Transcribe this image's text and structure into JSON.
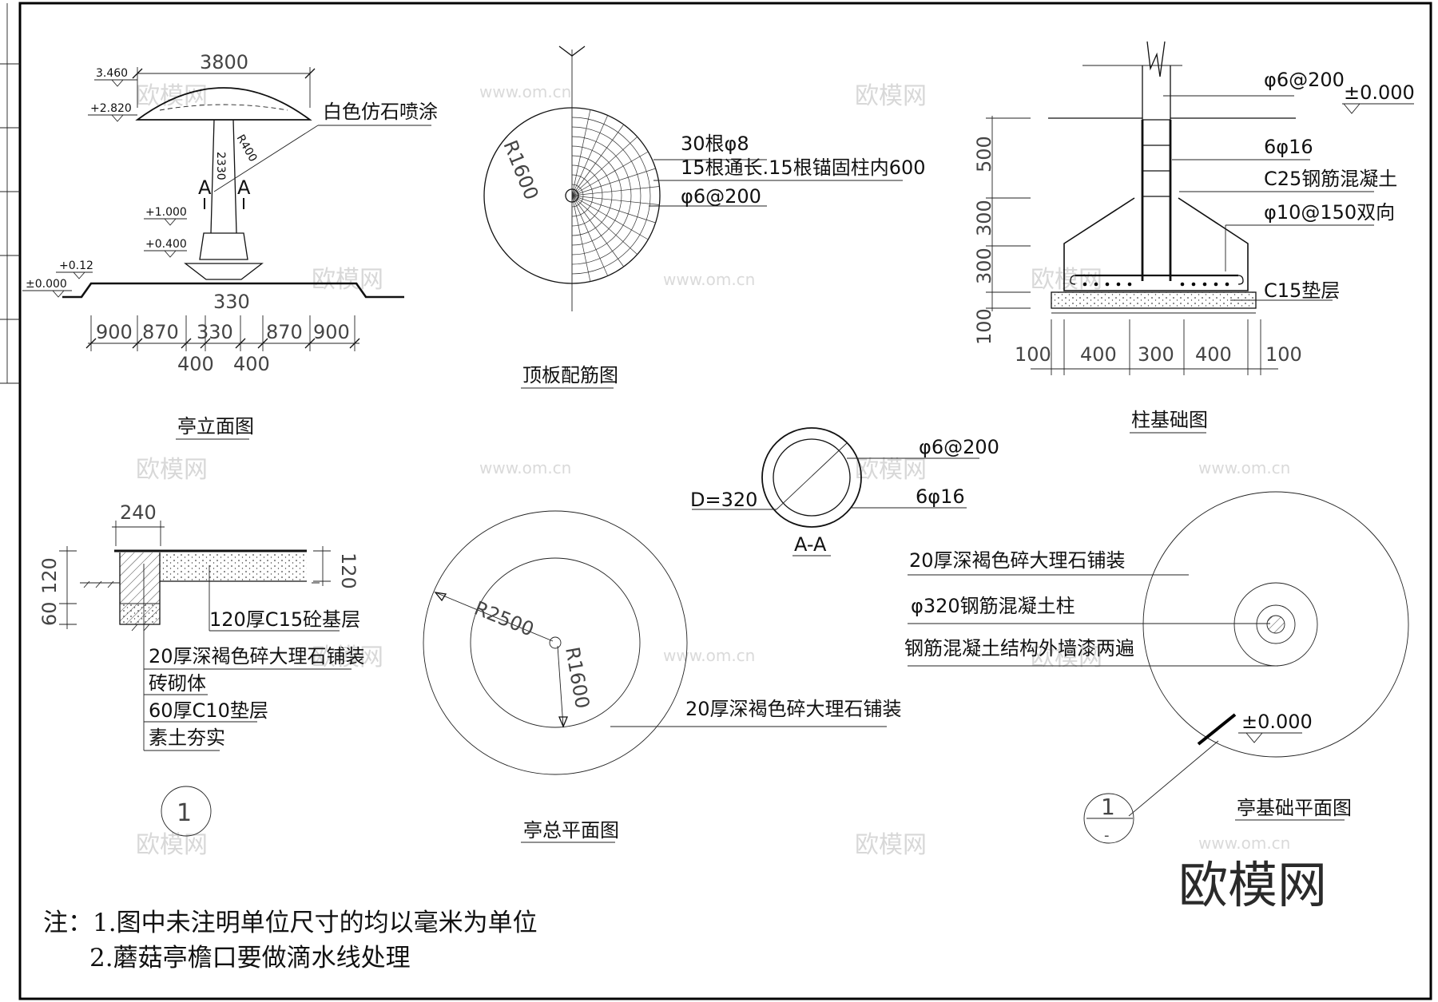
{
  "drawing": {
    "pavilion_elevation": {
      "title": "亭立面图",
      "top_width": "3800",
      "level_top": "3.460",
      "level_eave": "+2.820",
      "level_1000": "+1.000",
      "level_0400": "+0.400",
      "level_012": "+0.12",
      "level_0000": "±0.000",
      "radius": "R400",
      "column_height": "2330",
      "section_mark": "A",
      "finish_label": "白色仿石喷涂",
      "base_width": "330",
      "bottom_dims": [
        "900",
        "870",
        "330",
        "870",
        "900"
      ],
      "bottom_dims_2": [
        "400",
        "400"
      ]
    },
    "roof_plate": {
      "title": "顶板配筋图",
      "radius": "R1600",
      "bars_line1": "30根φ8",
      "bars_line2": "15根通长.15根锚固柱内600",
      "stirrup": "φ6@200"
    },
    "column_foundation": {
      "title": "柱基础图",
      "stirrup": "φ6@200",
      "level": "±0.000",
      "main_bars": "6φ16",
      "concrete": "C25钢筋混凝土",
      "bottom_bars": "φ10@150双向",
      "cushion": "C15垫层",
      "left_dims": [
        "500",
        "300",
        "300",
        "100"
      ],
      "bottom_dims": [
        "100",
        "400",
        "300",
        "400",
        "100"
      ]
    },
    "section_aa": {
      "title": "A-A",
      "diameter": "D=320",
      "stirrup": "φ6@200",
      "main_bars": "6φ16"
    },
    "paving_detail": {
      "width": "240",
      "left_dims": [
        "60",
        "120"
      ],
      "right_dim": "120",
      "labels": [
        "120厚C15砼基层",
        "20厚深褐色碎大理石铺装",
        "砖砌体",
        "60厚C10垫层",
        "素土夯实"
      ],
      "index": "1"
    },
    "site_plan": {
      "title": "亭总平面图",
      "outer_radius": "R2500",
      "inner_radius": "R1600",
      "paving": "20厚深褐色碎大理石铺装"
    },
    "foundation_plan": {
      "title": "亭基础平面图",
      "labels": [
        "20厚深褐色碎大理石铺装",
        "φ320钢筋混凝土柱",
        "钢筋混凝土结构外墙漆两遍"
      ],
      "level": "±0.000",
      "index_top": "1",
      "index_bottom": "-"
    },
    "notes": {
      "line1": "注：1.图中未注明单位尺寸的均以毫米为单位",
      "line2": "2.蘑菇亭檐口要做滴水线处理"
    },
    "watermark": {
      "text": "欧模网",
      "url": "www.om.cn"
    }
  }
}
